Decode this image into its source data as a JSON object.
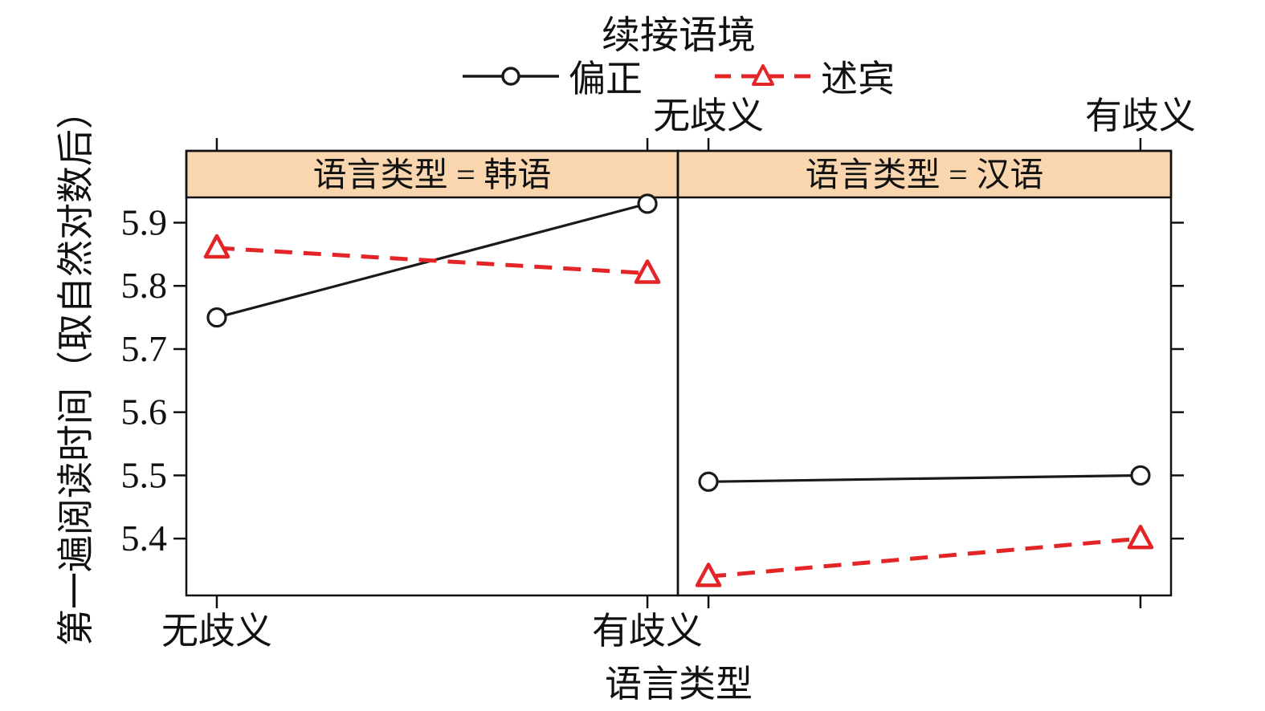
{
  "title": "续接语境",
  "legend": {
    "items": [
      {
        "label": "偏正"
      },
      {
        "label": "述宾"
      }
    ]
  },
  "axes": {
    "y_label": "第一遍阅读时间（取自然对数后）",
    "x_label": "语言类型"
  },
  "colors": {
    "pianzheng": "#1a1a1a",
    "shubin": "#e32528",
    "panel_header_bg": "#f9d6ae",
    "axis": "#111111"
  },
  "chart_data": {
    "type": "line",
    "title": "续接语境",
    "xlabel": "语言类型",
    "ylabel": "第一遍阅读时间（取自然对数后）",
    "yticks": [
      5.4,
      5.5,
      5.6,
      5.7,
      5.8,
      5.9
    ],
    "ylim": [
      5.31,
      5.94
    ],
    "legend_position": "top",
    "grid": false,
    "panels": [
      {
        "header": "语言类型  =  韩语",
        "categories": [
          "无歧义",
          "有歧义"
        ],
        "category_labels_position": "bottom",
        "series": [
          {
            "name": "偏正",
            "marker": "circle",
            "line": "solid",
            "color": "#1a1a1a",
            "values": [
              5.75,
              5.93
            ]
          },
          {
            "name": "述宾",
            "marker": "triangle",
            "line": "dashed",
            "color": "#e32528",
            "values": [
              5.86,
              5.82
            ]
          }
        ]
      },
      {
        "header": "语言类型  =  汉语",
        "categories": [
          "无歧义",
          "有歧义"
        ],
        "category_labels_position": "top",
        "series": [
          {
            "name": "偏正",
            "marker": "circle",
            "line": "solid",
            "color": "#1a1a1a",
            "values": [
              5.49,
              5.5
            ]
          },
          {
            "name": "述宾",
            "marker": "triangle",
            "line": "dashed",
            "color": "#e32528",
            "values": [
              5.34,
              5.4
            ]
          }
        ]
      }
    ]
  }
}
